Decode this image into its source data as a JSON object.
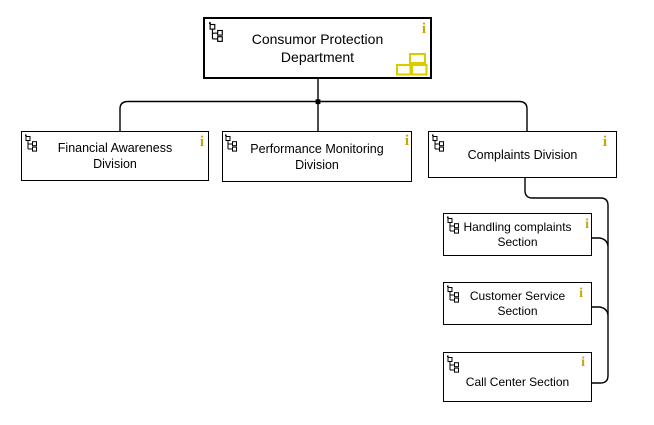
{
  "org": {
    "root": {
      "lines": [
        "Consumor Protection",
        "Department"
      ]
    },
    "divisions": [
      {
        "lines": [
          "Financial Awareness",
          "Division"
        ]
      },
      {
        "lines": [
          "Performance Monitoring",
          "Division"
        ]
      },
      {
        "lines": [
          "Complaints Division",
          ""
        ]
      }
    ],
    "sections": [
      {
        "lines": [
          "Handling complaints",
          "Section"
        ]
      },
      {
        "lines": [
          "Customer Service",
          "Section"
        ]
      },
      {
        "lines": [
          "Call Center Section",
          ""
        ]
      }
    ]
  },
  "icons": {
    "info_glyph": "i",
    "org_unit_icon": "organizational-unit",
    "assignment_icon": "assigned-org-chart"
  },
  "colors": {
    "info": "#c9a702",
    "assignment_outline": "#d8cc00",
    "line": "#000000",
    "box_border": "#000000",
    "background": "#ffffff"
  }
}
